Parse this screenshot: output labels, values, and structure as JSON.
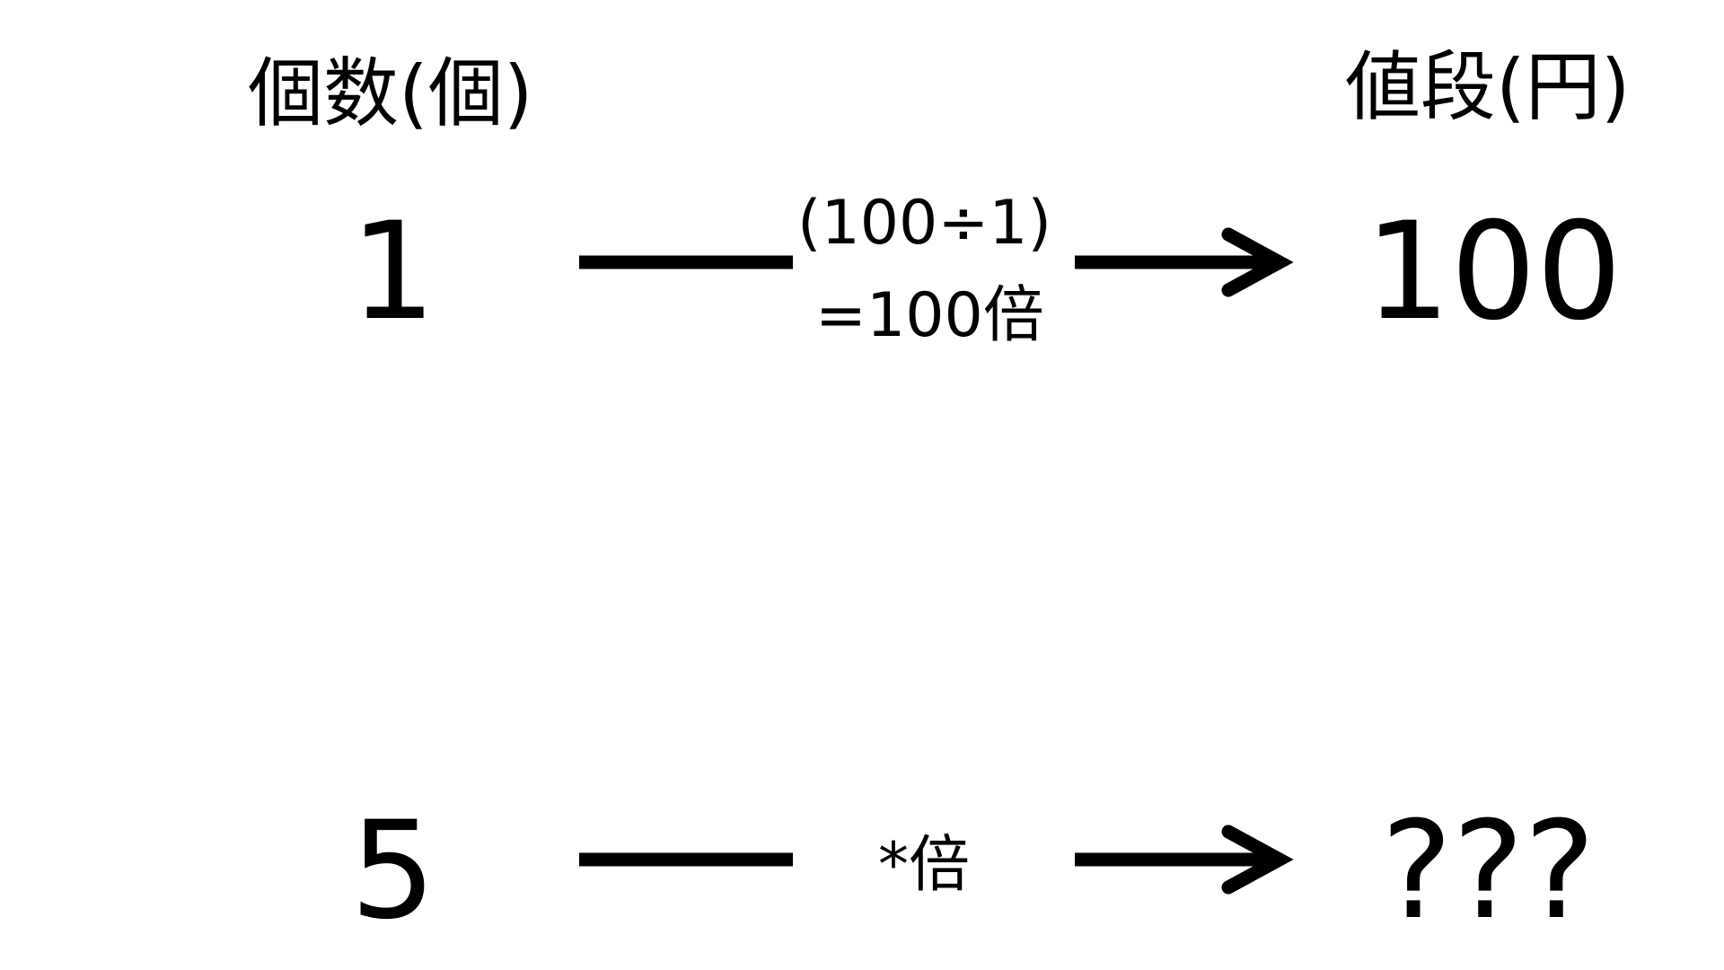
{
  "headers": {
    "left": "個数(個)",
    "right": "値段(円)"
  },
  "rows": [
    {
      "left": "1",
      "middle_top": "(100÷1)",
      "middle_bottom": "=100倍",
      "right": "100"
    },
    {
      "left": "5",
      "middle": "*倍",
      "right": "???"
    }
  ],
  "colors": {
    "ink": "#000000",
    "background": "#ffffff"
  }
}
